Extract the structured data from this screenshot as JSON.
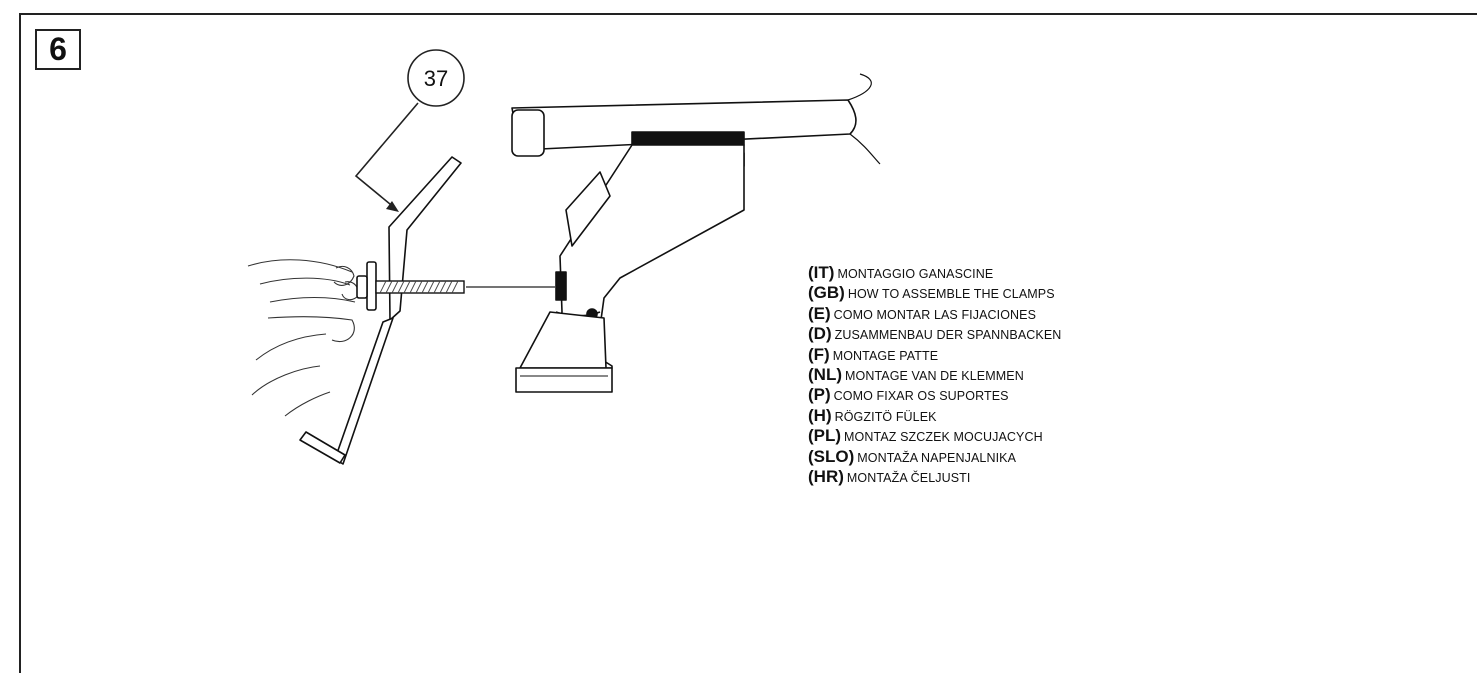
{
  "step": {
    "number": "6"
  },
  "callout": {
    "label": "37"
  },
  "legend": [
    {
      "code": "(IT)",
      "text": "MONTAGGIO GANASCINE"
    },
    {
      "code": "(GB)",
      "text": "HOW TO ASSEMBLE THE CLAMPS"
    },
    {
      "code": "(E)",
      "text": "COMO MONTAR LAS FIJACIONES"
    },
    {
      "code": "(D)",
      "text": "ZUSAMMENBAU DER SPANNBACKEN"
    },
    {
      "code": "(F)",
      "text": "MONTAGE PATTE"
    },
    {
      "code": "(NL)",
      "text": "MONTAGE VAN DE KLEMMEN"
    },
    {
      "code": "(P)",
      "text": "COMO FIXAR OS SUPORTES"
    },
    {
      "code": "(H)",
      "text": "RÖGZITÖ FÜLEK"
    },
    {
      "code": "(PL)",
      "text": "MONTAZ SZCZEK MOCUJACYCH"
    },
    {
      "code": "(SLO)",
      "text": "MONTAŽA NAPENJALNIKA"
    },
    {
      "code": "(HR)",
      "text": "MONTAŽA ČELJUSTI"
    }
  ]
}
